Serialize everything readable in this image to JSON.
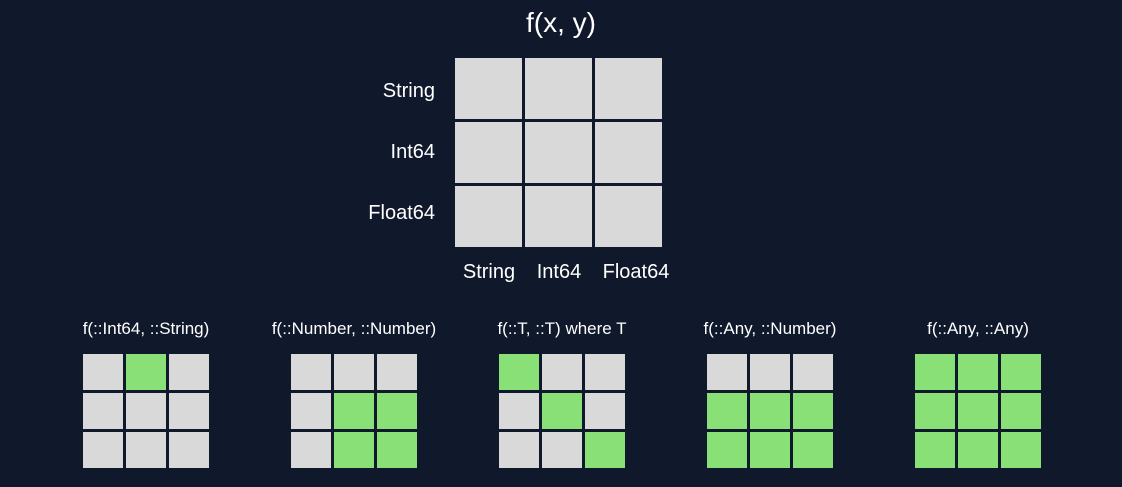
{
  "title": "f(x, y)",
  "row_labels": [
    "String",
    "Int64",
    "Float64"
  ],
  "col_labels": [
    "String",
    "Int64",
    "Float64"
  ],
  "colors": {
    "background": "#10182b",
    "cell_default": "#d9d9d9",
    "cell_matched": "#88e077",
    "text": "#ffffff"
  },
  "methods": [
    {
      "signature": "f(::Int64, ::String)",
      "matched": [
        [
          0,
          1,
          0
        ],
        [
          0,
          0,
          0
        ],
        [
          0,
          0,
          0
        ]
      ]
    },
    {
      "signature": "f(::Number, ::Number)",
      "matched": [
        [
          0,
          0,
          0
        ],
        [
          0,
          1,
          1
        ],
        [
          0,
          1,
          1
        ]
      ]
    },
    {
      "signature": "f(::T, ::T) where T",
      "matched": [
        [
          1,
          0,
          0
        ],
        [
          0,
          1,
          0
        ],
        [
          0,
          0,
          1
        ]
      ]
    },
    {
      "signature": "f(::Any, ::Number)",
      "matched": [
        [
          0,
          0,
          0
        ],
        [
          1,
          1,
          1
        ],
        [
          1,
          1,
          1
        ]
      ]
    },
    {
      "signature": "f(::Any, ::Any)",
      "matched": [
        [
          1,
          1,
          1
        ],
        [
          1,
          1,
          1
        ],
        [
          1,
          1,
          1
        ]
      ]
    }
  ]
}
